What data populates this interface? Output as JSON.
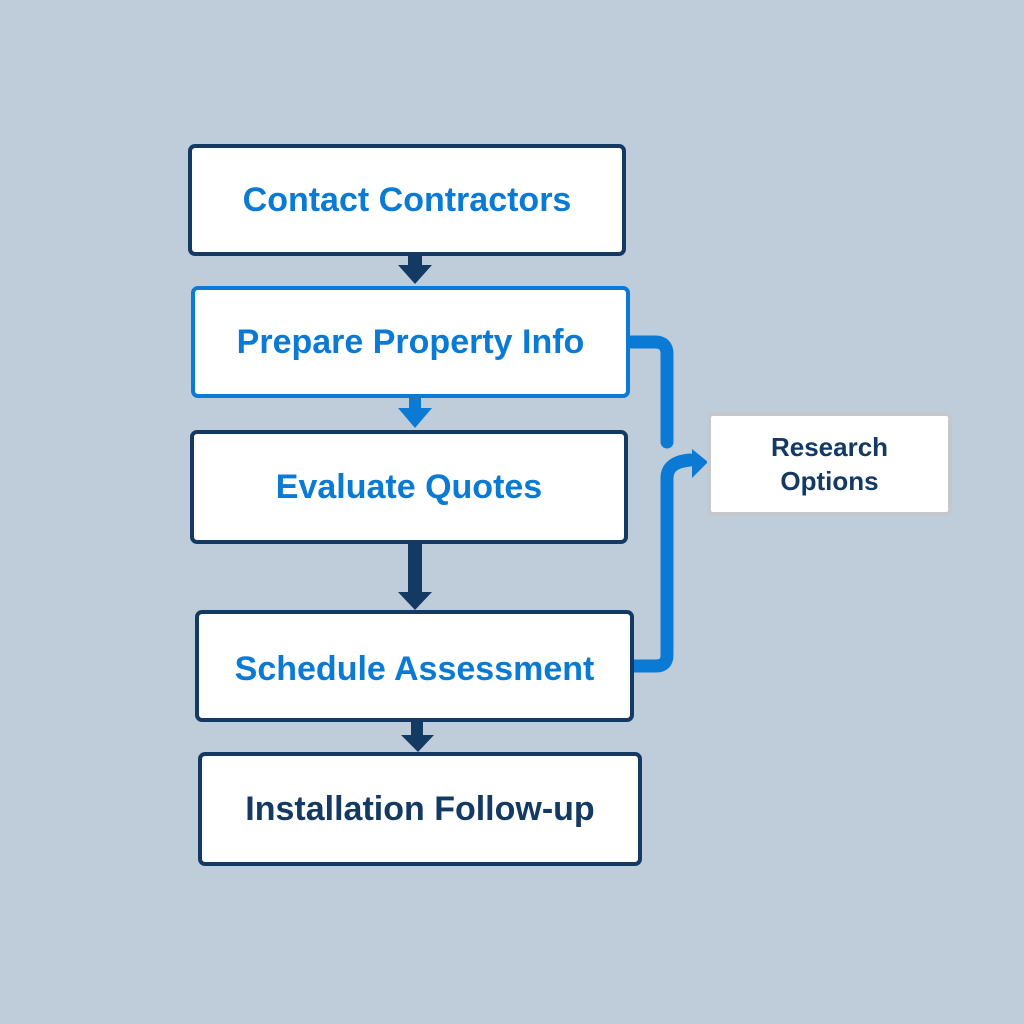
{
  "diagram": {
    "nodes": [
      {
        "id": "contact",
        "label": "Contact Contractors"
      },
      {
        "id": "prepare",
        "label": "Prepare Property Info"
      },
      {
        "id": "evaluate",
        "label": "Evaluate Quotes"
      },
      {
        "id": "schedule",
        "label": "Schedule Assessment"
      },
      {
        "id": "installation",
        "label": "Installation Follow-up"
      },
      {
        "id": "research",
        "label_line1": "Research",
        "label_line2": "Options"
      }
    ],
    "edges": [
      {
        "from": "contact",
        "to": "prepare"
      },
      {
        "from": "prepare",
        "to": "evaluate"
      },
      {
        "from": "evaluate",
        "to": "schedule"
      },
      {
        "from": "schedule",
        "to": "installation"
      },
      {
        "from": "prepare",
        "to": "research"
      },
      {
        "from": "schedule",
        "to": "research"
      }
    ],
    "colors": {
      "background": "#bfcddb",
      "dark_navy": "#143a64",
      "accent_blue": "#0a7ad4",
      "gray_border": "#c4c8cc"
    }
  }
}
